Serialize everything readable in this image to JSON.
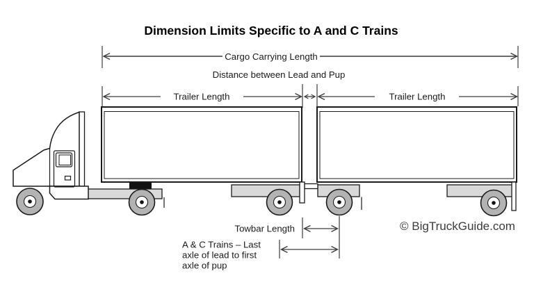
{
  "title": "Dimension Limits Specific to A and C Trains",
  "dimension_labels": {
    "cargo_carrying_length": "Cargo Carrying Length",
    "distance_between_lead_and_pup": "Distance between Lead and Pup",
    "lead_trailer_length": "Trailer Length",
    "pup_trailer_length": "Trailer Length",
    "towbar_length": "Towbar Length",
    "axle_note_line1": "A & C Trains – Last",
    "axle_note_line2": "axle of lead to first",
    "axle_note_line3": "axle of pup"
  },
  "watermark": "© BigTruckGuide.com",
  "colors": {
    "background": "#ffffff",
    "outline_black": "#1a1a1a",
    "dimension_line": "#3d3d3d",
    "wheel_gray": "#b3b3b3",
    "chassis_gray": "#d9d9d9"
  }
}
